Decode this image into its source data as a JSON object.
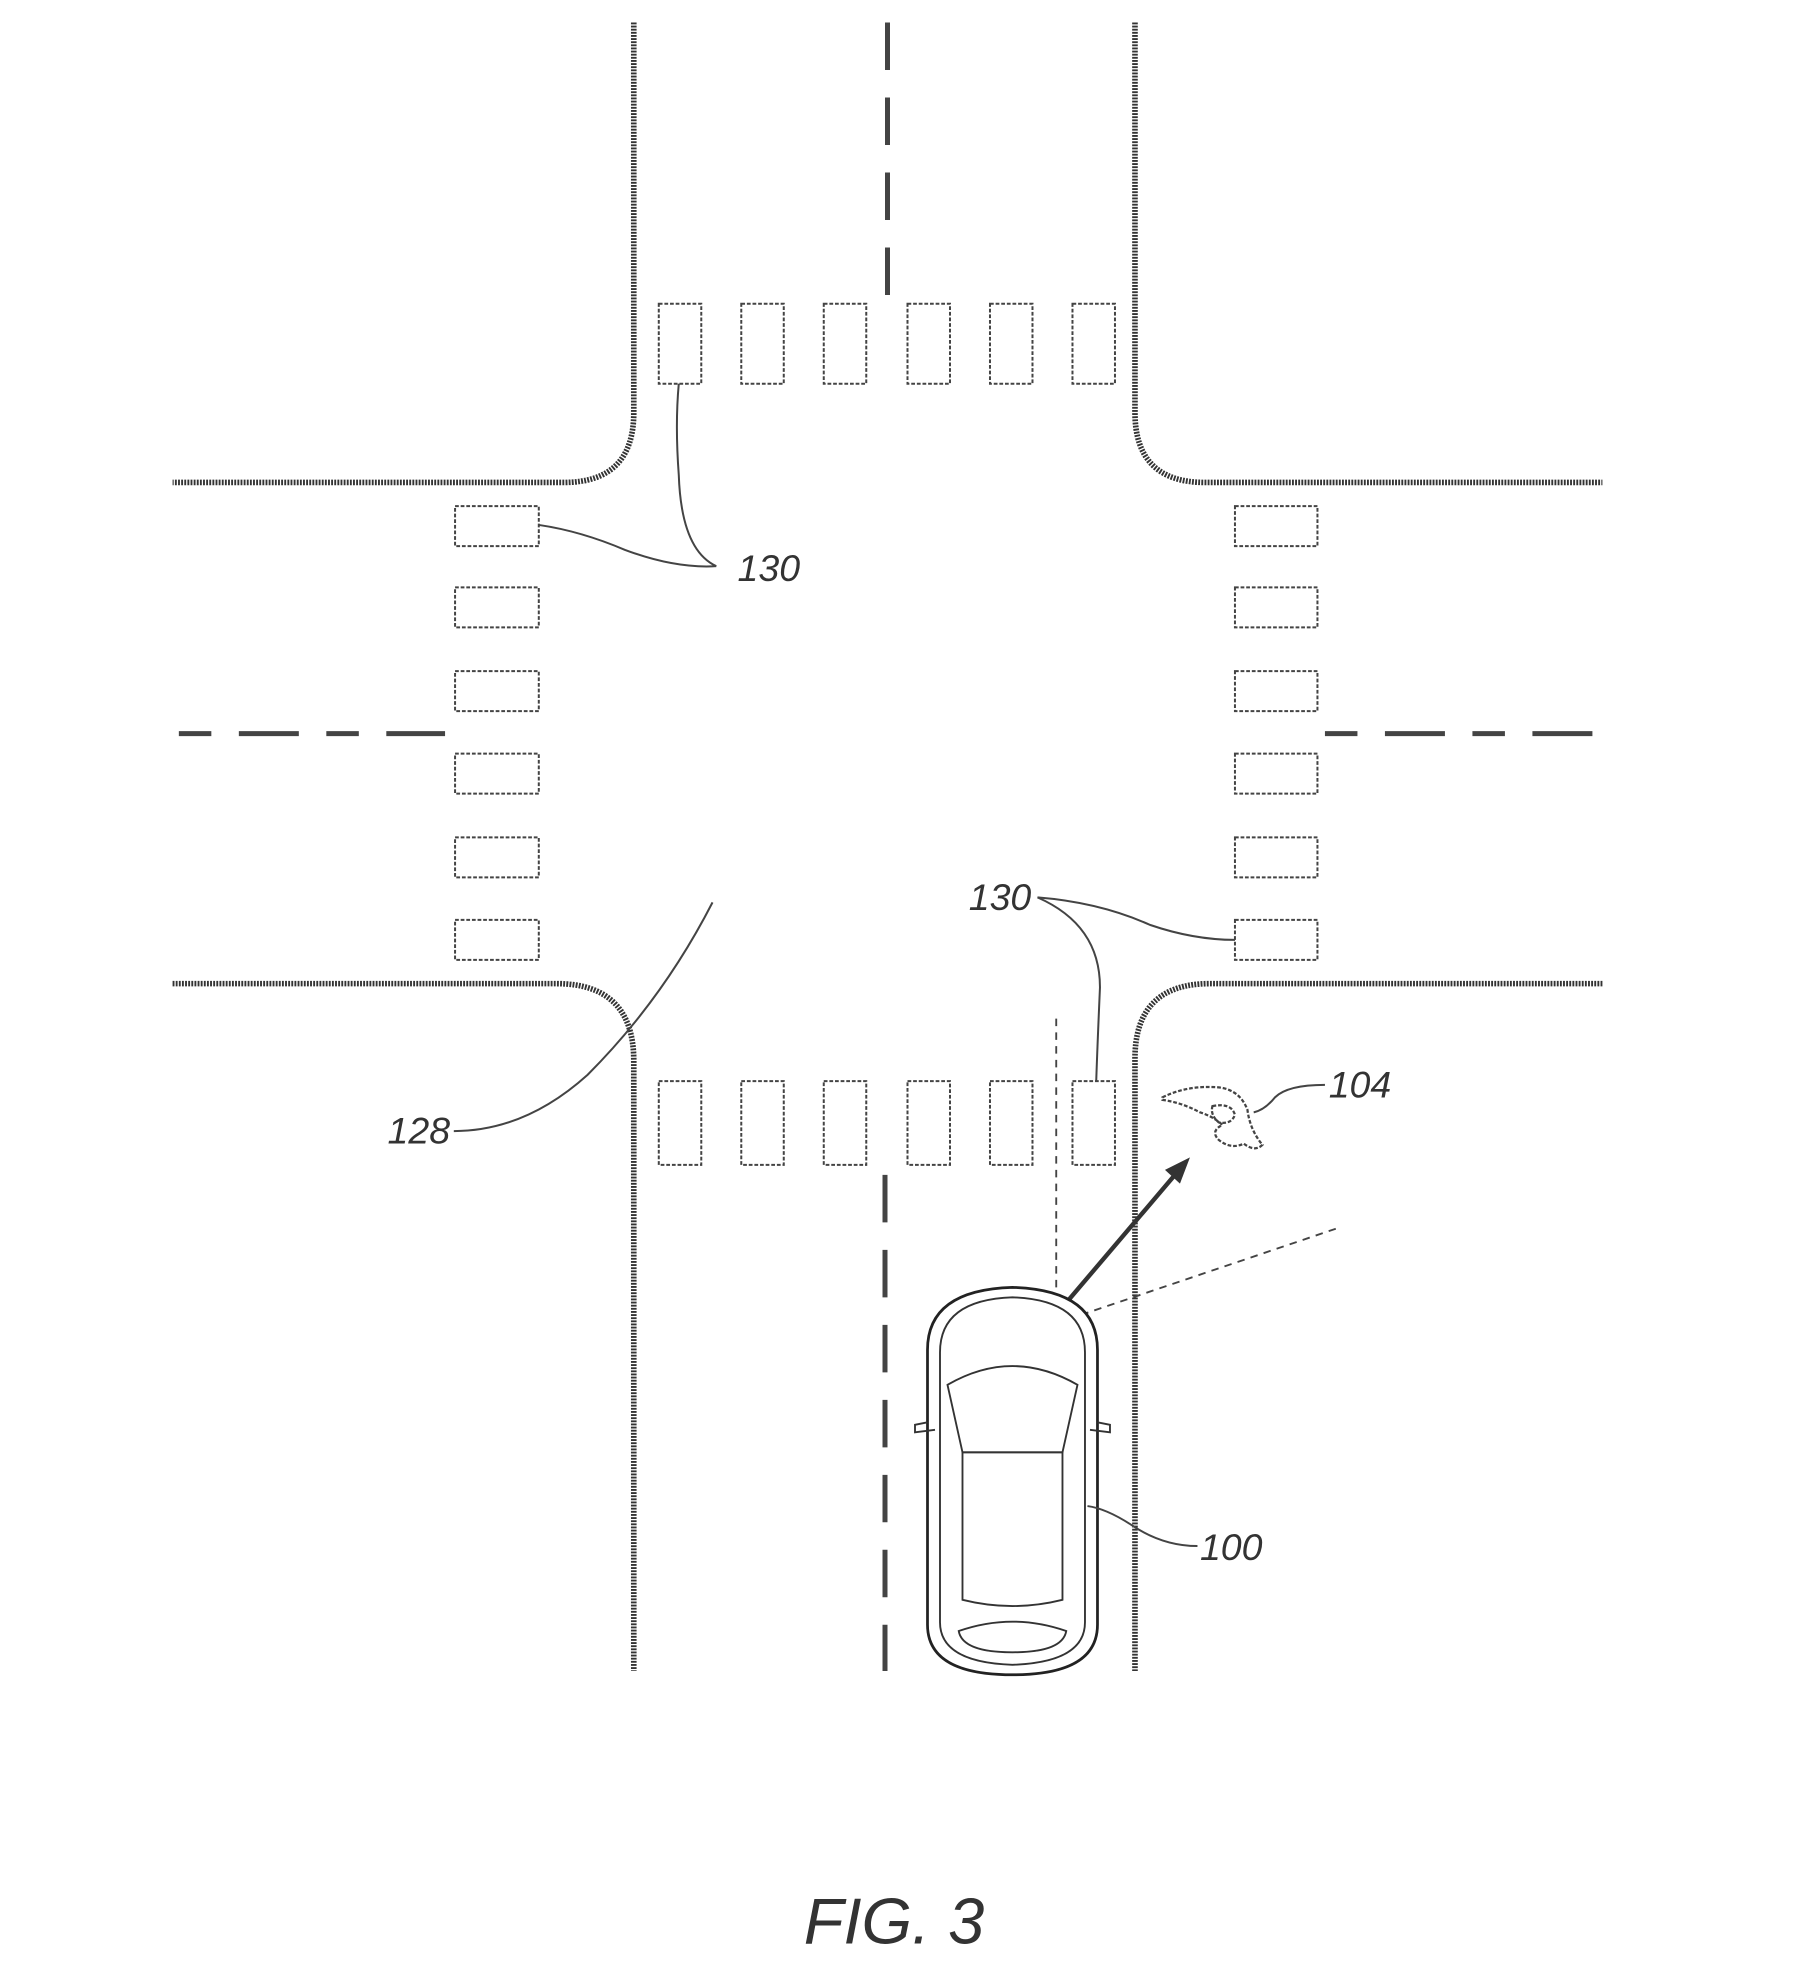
{
  "figure": {
    "caption": "FIG. 3",
    "labels": {
      "crosswalk_top_left": "130",
      "crosswalk_bottom_right": "130",
      "intersection": "128",
      "pedestrian": "104",
      "vehicle": "100"
    }
  },
  "colors": {
    "line": "#333333",
    "background": "#ffffff"
  }
}
